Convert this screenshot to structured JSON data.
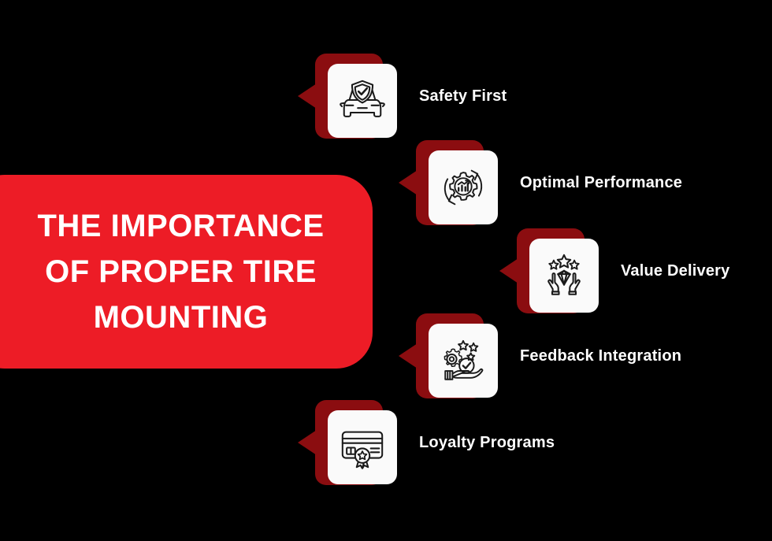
{
  "background_color": "#000000",
  "theme": {
    "primary_red": "#ED1C26",
    "dark_red": "#8B0D10",
    "card_white": "#FAFAFA",
    "text_white": "#FFFFFF",
    "icon_stroke": "#1A1A1A"
  },
  "title": {
    "text": "THE IMPORTANCE\nOF PROPER TIRE\nMOUNTING",
    "color": "#FFFFFF",
    "background": "#ED1C26"
  },
  "items": [
    {
      "label": "Safety First",
      "icon": "car-shield-check-icon",
      "indent_step": 0
    },
    {
      "label": "Optimal Performance",
      "icon": "gear-growth-chart-cycle-icon",
      "indent_step": 1
    },
    {
      "label": "Value Delivery",
      "icon": "hands-diamond-stars-icon",
      "indent_step": 2
    },
    {
      "label": "Feedback Integration",
      "icon": "hand-gear-check-stars-icon",
      "indent_step": 1
    },
    {
      "label": "Loyalty Programs",
      "icon": "credit-card-award-ribbon-icon",
      "indent_step": 0
    }
  ]
}
